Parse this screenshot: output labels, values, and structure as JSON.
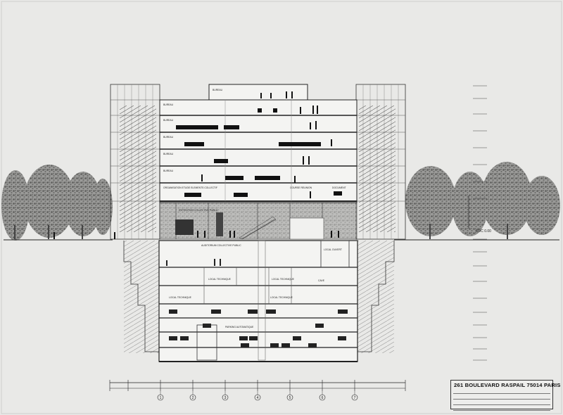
{
  "sheet": {
    "title": "261 BOULEVARD RASPAIL 75014 PARIS"
  },
  "room_labels": {
    "top_bureau": "BUREAU",
    "bureau": "BUREAU",
    "collective_spaces": "ORGANISATION ETUDE ELEMENTS COLLECTIF",
    "reunion": "COURSE REUNION",
    "document": "DOCUMENT",
    "exhibition": "EXPOSITION COLLECTIVE PUBLIC",
    "auditorium": "AUDITORIUM COLLECTIVE PUBLIC",
    "local_technique": "LOCAL TECHNIQUE",
    "cave": "CAVE",
    "parking": "PARKING AUTOMATIQUE",
    "local_ouvert": "LOCAL OUVERT"
  },
  "levels": {
    "ground": "RDC 0.00"
  },
  "grid_axes": [
    "1",
    "2",
    "3",
    "4",
    "5",
    "6",
    "7"
  ],
  "colors": {
    "paper": "#e9e9e7",
    "ink": "#222222",
    "tree": "#6d6d6b"
  }
}
